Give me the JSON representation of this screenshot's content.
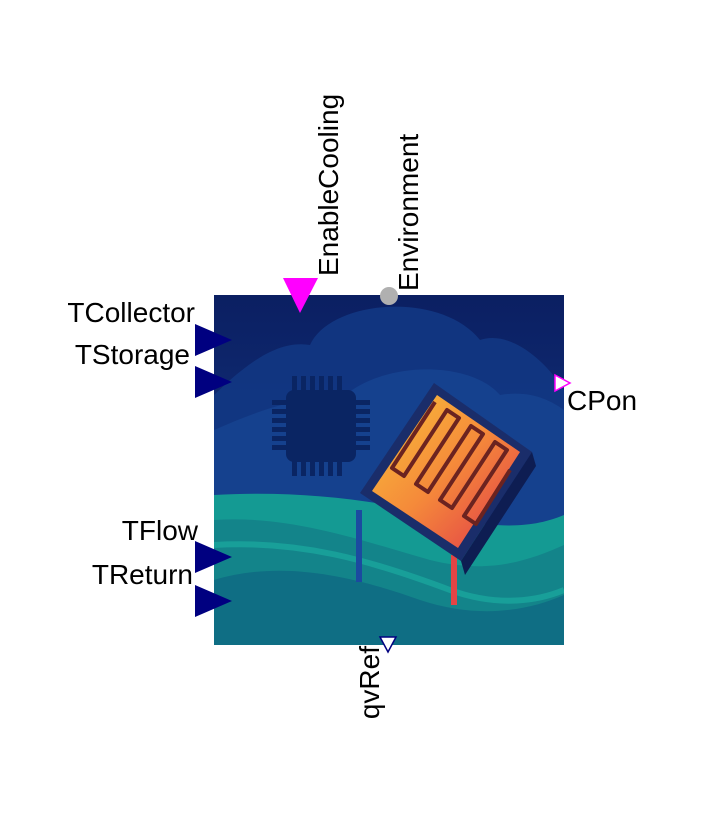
{
  "block": {
    "icon": "solar-collector-controller-icon",
    "colors": {
      "sky_dark": "#0a1f5e",
      "sky_mid": "#123a82",
      "hill_teal": "#15a39a",
      "hill_green": "#1e8a8a",
      "chip": "#0a2563",
      "panel_orange": "#f7a23a",
      "panel_red": "#e8443a",
      "leg_blue": "#1b4aa0",
      "leg_red": "#e24545"
    }
  },
  "connectors": {
    "inputs": {
      "t_collector": {
        "label": "TCollector",
        "color": "#000080"
      },
      "t_storage": {
        "label": "TStorage",
        "color": "#000080"
      },
      "t_flow": {
        "label": "TFlow",
        "color": "#000080"
      },
      "t_return": {
        "label": "TReturn",
        "color": "#000080"
      },
      "enable_cooling": {
        "label": "EnableCooling",
        "color": "#ff00ff"
      },
      "environment": {
        "label": "Environment",
        "color": "#b0b0b0"
      }
    },
    "outputs": {
      "cp_on": {
        "label": "CPon",
        "color": "#ff00ff"
      },
      "qv_ref": {
        "label": "qvRef",
        "color": "#000080"
      }
    }
  }
}
